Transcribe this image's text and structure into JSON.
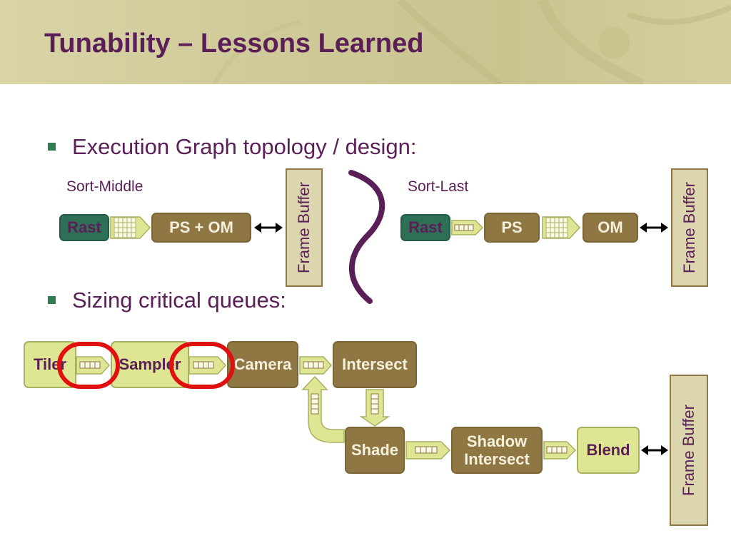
{
  "title": "Tunability – Lessons Learned",
  "bullets": [
    "Execution Graph topology / design:",
    "Sizing critical queues:"
  ],
  "sort_middle": {
    "label": "Sort-Middle",
    "stages": [
      "Rast",
      "PS + OM"
    ],
    "frame_buffer": "Frame Buffer"
  },
  "sort_last": {
    "label": "Sort-Last",
    "stages": [
      "Rast",
      "PS",
      "OM"
    ],
    "frame_buffer": "Frame Buffer"
  },
  "queues": {
    "stages": {
      "tiler": "Tiler",
      "sampler": "Sampler",
      "camera": "Camera",
      "intersect": "Intersect",
      "shade": "Shade",
      "shadow_intersect": "Shadow Intersect",
      "blend": "Blend"
    },
    "frame_buffer": "Frame Buffer"
  },
  "colors": {
    "title": "#5a1f56",
    "bullet": "#2e7d4f",
    "rast": "#2e7056",
    "stage_brown": "#8e7742",
    "stage_yellow": "#dfe693",
    "highlight": "#e01010",
    "separator": "#5a1f56"
  }
}
